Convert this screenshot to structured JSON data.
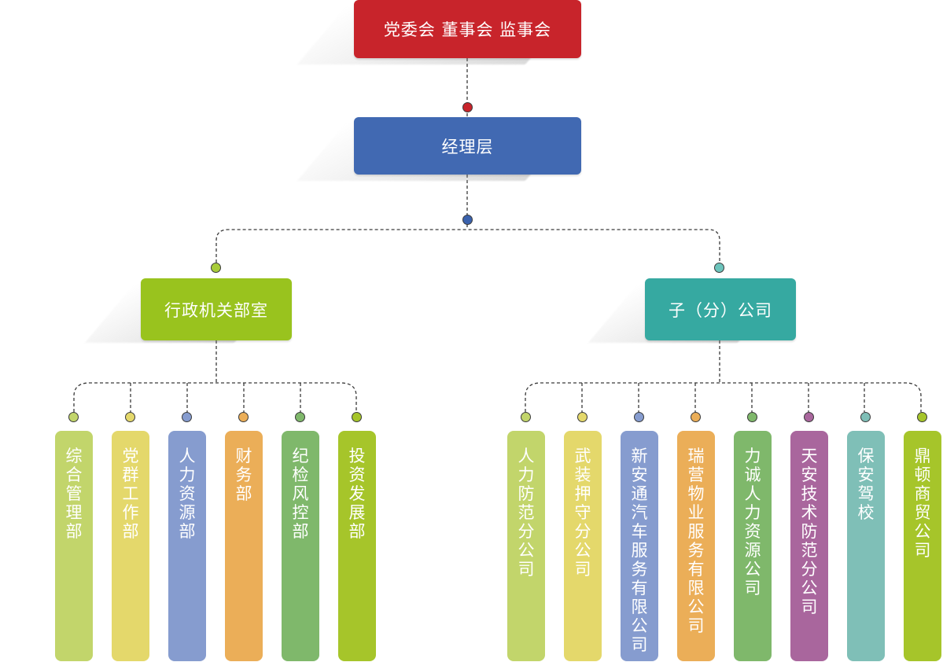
{
  "top": {
    "label": "党委会 董事会 监事会",
    "color": "#c8242b",
    "dot": "#c8242b"
  },
  "manager": {
    "label": "经理层",
    "color": "#4169b2",
    "dot": "#3a62ad"
  },
  "admin": {
    "label": "行政机关部室",
    "color": "#99c31e",
    "dot": "#a8cc3a",
    "items": [
      {
        "label": "综合管理部",
        "color": "#c2d56b",
        "dot": "#c2d56b"
      },
      {
        "label": "党群工作部",
        "color": "#e4d86b",
        "dot": "#e4d86b"
      },
      {
        "label": "人力资源部",
        "color": "#869ccf",
        "dot": "#869ccf"
      },
      {
        "label": "财务部",
        "color": "#ebae58",
        "dot": "#ebae58"
      },
      {
        "label": "纪检风控部",
        "color": "#7fb86b",
        "dot": "#7fb86b"
      },
      {
        "label": "投资发展部",
        "color": "#a6c52a",
        "dot": "#a6c52a"
      }
    ]
  },
  "subsidiaries": {
    "label": "子（分）公司",
    "color": "#36a9a1",
    "dot": "#6cc4bc",
    "items": [
      {
        "label": "人力防范分公司",
        "color": "#c2d56b",
        "dot": "#c2d56b"
      },
      {
        "label": "武装押守分公司",
        "color": "#e4d86b",
        "dot": "#e4d86b"
      },
      {
        "label": "新安通汽车服务有限公司",
        "color": "#869ccf",
        "dot": "#869ccf"
      },
      {
        "label": "瑞营物业服务有限公司",
        "color": "#ebae58",
        "dot": "#ebae58"
      },
      {
        "label": "力诚人力资源公司",
        "color": "#7fb86b",
        "dot": "#7fb86b"
      },
      {
        "label": "天安技术防范分公司",
        "color": "#a9669d",
        "dot": "#a9669d"
      },
      {
        "label": "保安驾校",
        "color": "#7fbfb7",
        "dot": "#7fbfb7"
      },
      {
        "label": "鼎顿商贸公司",
        "color": "#a6c52a",
        "dot": "#a6c52a"
      }
    ]
  }
}
